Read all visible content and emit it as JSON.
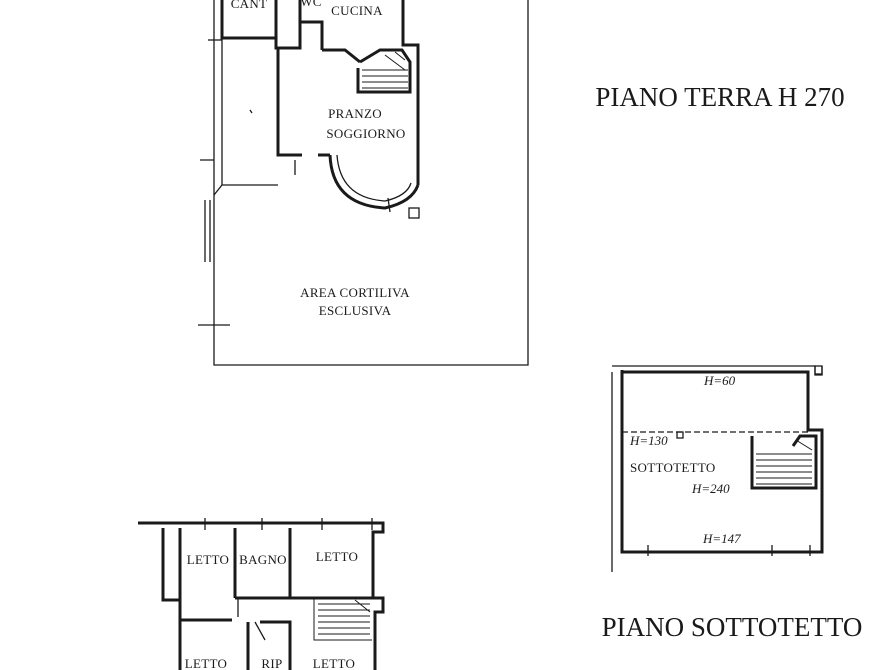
{
  "titles": {
    "ground_floor": "PIANO TERRA H 270",
    "attic_floor": "PIANO SOTTOTETTO"
  },
  "ground_floor_rooms": {
    "cantina": "CANT",
    "wc": "WC",
    "cucina": "CUCINA",
    "pranzo": "PRANZO",
    "soggiorno": "SOGGIORNO",
    "area_line1": "AREA CORTILIVA",
    "area_line2": "ESCLUSIVA"
  },
  "attic": {
    "room": "SOTTOTETTO",
    "h_top": "H=60",
    "h_side": "H=130",
    "h_center": "H=240",
    "h_bottom": "H=147"
  },
  "first_floor_rooms": {
    "letto_1": "LETTO",
    "bagno": "BAGNO",
    "letto_2": "LETTO",
    "letto_3": "LETTO",
    "rip": "RIP",
    "letto_4": "LETTO"
  }
}
